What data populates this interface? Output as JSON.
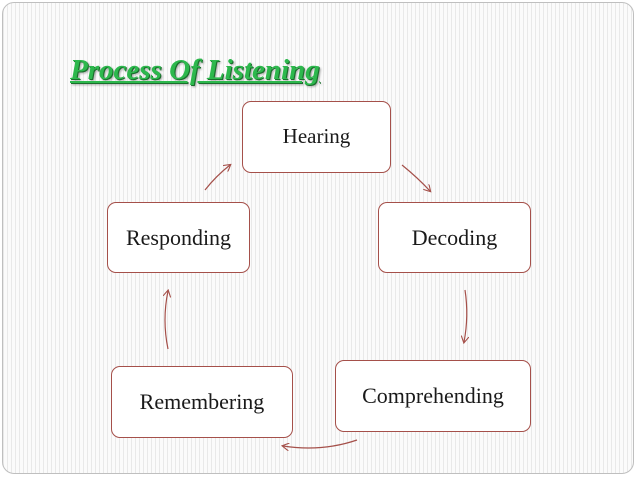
{
  "title": "Process Of Listening",
  "cycle": {
    "nodes": [
      {
        "id": "hearing",
        "label": "Hearing"
      },
      {
        "id": "decoding",
        "label": "Decoding"
      },
      {
        "id": "comprehending",
        "label": "Comprehending"
      },
      {
        "id": "remembering",
        "label": "Remembering"
      },
      {
        "id": "responding",
        "label": "Responding"
      }
    ],
    "edges": [
      {
        "from": "hearing",
        "to": "decoding"
      },
      {
        "from": "decoding",
        "to": "comprehending"
      },
      {
        "from": "comprehending",
        "to": "remembering"
      },
      {
        "from": "remembering",
        "to": "responding"
      },
      {
        "from": "responding",
        "to": "hearing"
      }
    ],
    "colors": {
      "node_border": "#a5504a",
      "arrow": "#a5504a",
      "title": "#2db84d"
    }
  }
}
